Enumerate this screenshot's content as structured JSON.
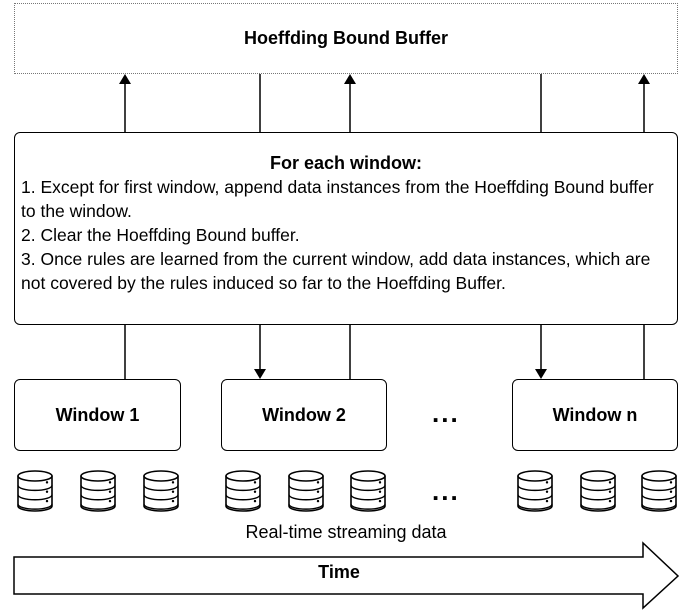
{
  "buffer": {
    "title": "Hoeffding Bound Buffer"
  },
  "process": {
    "heading": "For each window:",
    "steps": [
      "1. Except for first window, append data instances from the Hoeffding Bound buffer to the window.",
      "2. Clear the Hoeffding Bound buffer.",
      "3. Once rules are learned from the current window, add data instances, which are not covered by the rules induced so far to the Hoeffding Buffer."
    ]
  },
  "windows": [
    "Window 1",
    "Window 2",
    "Window n"
  ],
  "ellipsis": "...",
  "stream_label": "Real-time streaming data",
  "time_label": "Time",
  "icons": {
    "database": "database-icon"
  }
}
